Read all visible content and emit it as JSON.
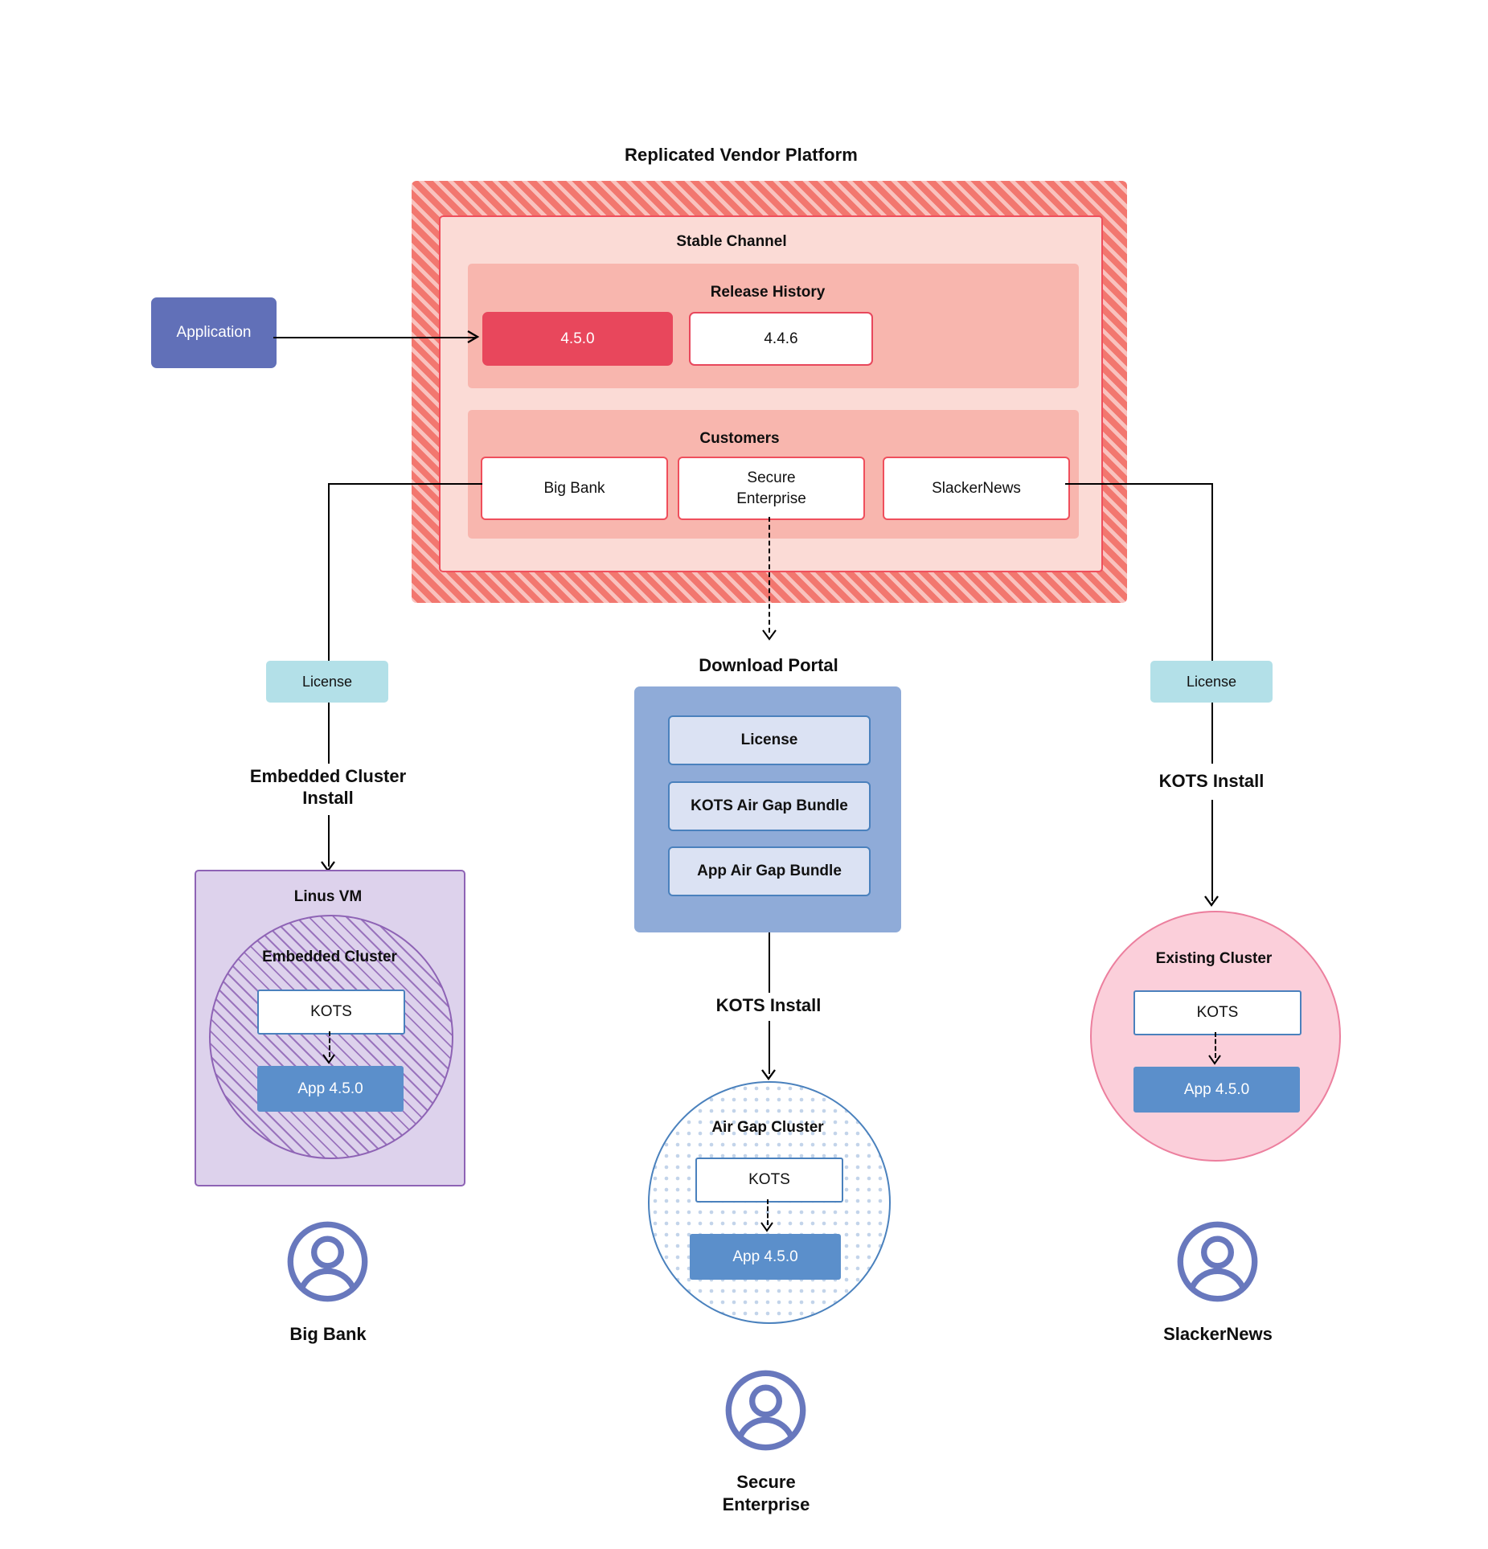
{
  "diagram": {
    "title": "Replicated Vendor Platform",
    "application_box": {
      "label": "Application"
    },
    "channel": {
      "title": "Stable Channel",
      "release_history": {
        "title": "Release History",
        "releases": [
          {
            "version": "4.5.0",
            "state": "current"
          },
          {
            "version": "4.4.6",
            "state": "previous"
          }
        ]
      },
      "customers": {
        "title": "Customers",
        "items": [
          {
            "name": "Big Bank"
          },
          {
            "name": "Secure\nEnterprise"
          },
          {
            "name": "SlackerNews"
          }
        ]
      }
    },
    "branches": {
      "left": {
        "license_label": "License",
        "install_label": "Embedded Cluster\nInstall",
        "vm_title": "Linus VM",
        "cluster_title": "Embedded Cluster",
        "kots_label": "KOTS",
        "app_label": "App 4.5.0",
        "customer_name": "Big Bank"
      },
      "middle": {
        "portal_title": "Download  Portal",
        "portal_items": [
          {
            "label": "License"
          },
          {
            "label": "KOTS Air Gap Bundle"
          },
          {
            "label": "App Air Gap Bundle"
          }
        ],
        "install_label": "KOTS Install",
        "cluster_title": "Air Gap Cluster",
        "kots_label": "KOTS",
        "app_label": "App 4.5.0",
        "customer_name": "Secure\nEnterprise"
      },
      "right": {
        "license_label": "License",
        "install_label": "KOTS Install",
        "cluster_title": "Existing Cluster",
        "kots_label": "KOTS",
        "app_label": "App 4.5.0",
        "customer_name": "SlackerNews"
      }
    },
    "icons": {
      "avatar": "person-avatar-icon"
    },
    "colors": {
      "platform_hatch": "#f2776f",
      "channel_fill": "#fbdbd6",
      "channel_border": "#ef4f5c",
      "subsection_fill": "#f8b6ae",
      "release_current": "#e8475c",
      "application_fill": "#6170b8",
      "license_fill": "#b3e0e8",
      "vm_fill": "#ddd2ec",
      "vm_border": "#8e63b5",
      "portal_fill": "#8fabd8",
      "portal_item_fill": "#dbe2f3",
      "kots_border": "#4a81bd",
      "app_version_fill": "#5b8fcb",
      "existing_cluster_fill": "#fbcfda",
      "existing_cluster_border": "#ec7f9e",
      "avatar": "#6878bd"
    }
  }
}
